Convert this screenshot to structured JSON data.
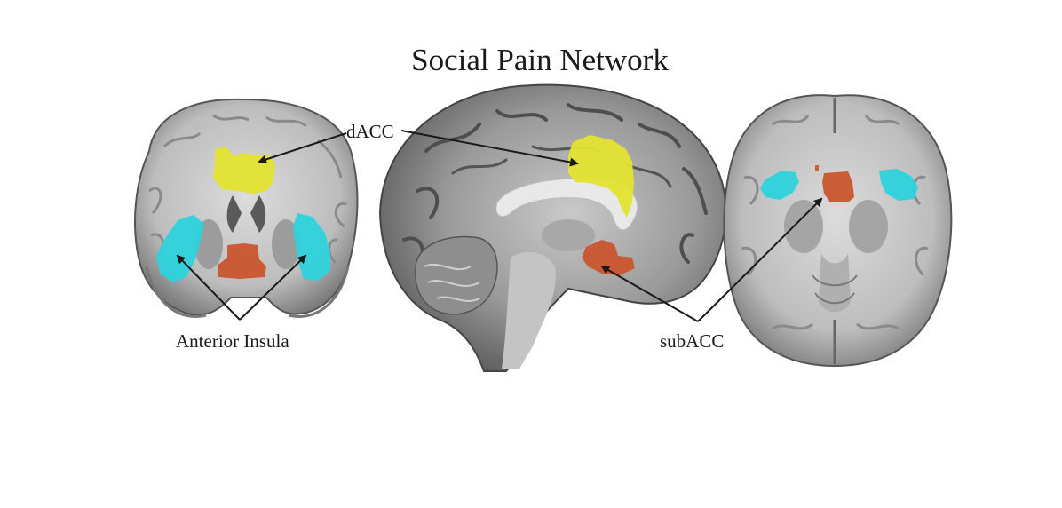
{
  "title": "Social Pain Network",
  "labels": {
    "dacc": "dACC",
    "anterior_insula": "Anterior Insula",
    "subacc": "subACC"
  },
  "colors": {
    "dacc": "#e4e32f",
    "anterior_insula": "#2ed3dc",
    "subacc": "#c9552e",
    "tissue_dark": "#6f6f6f",
    "tissue_light": "#d8d8d8",
    "annotation": "#1a1a1a"
  }
}
